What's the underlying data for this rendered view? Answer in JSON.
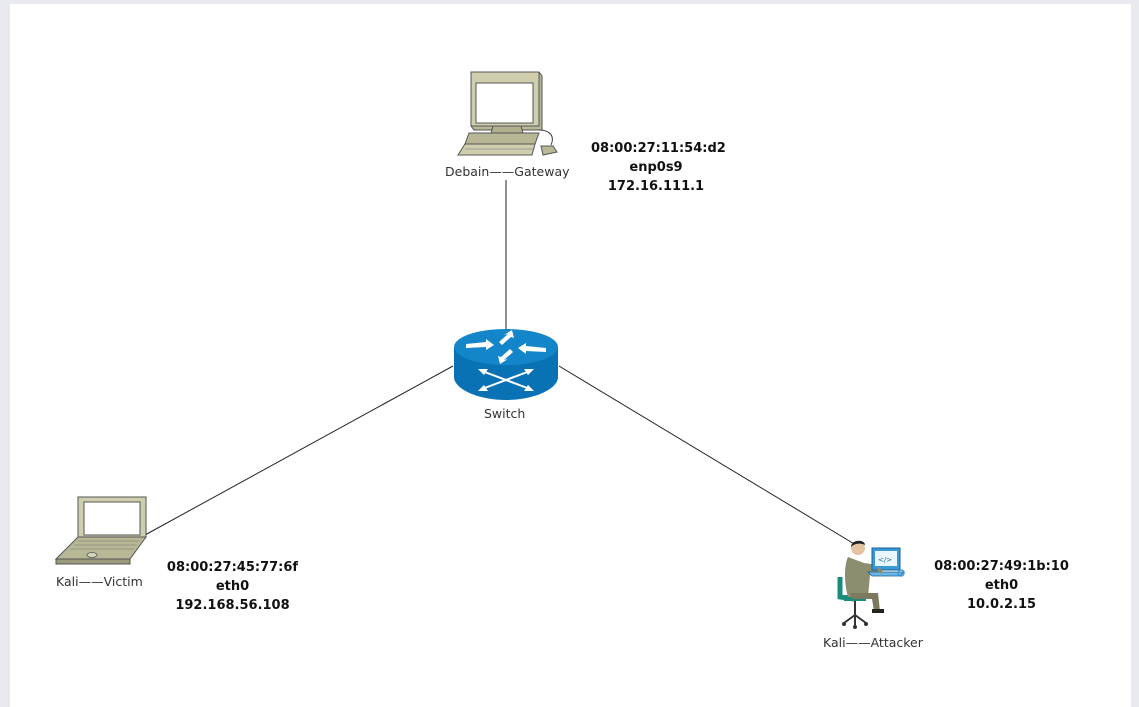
{
  "nodes": {
    "gateway": {
      "label": "Debain——Gateway",
      "mac": "08:00:27:11:54:d2",
      "iface": "enp0s9",
      "ip": "172.16.111.1"
    },
    "switch": {
      "label": "Switch"
    },
    "victim": {
      "label": "Kali——Victim",
      "mac": "08:00:27:45:77:6f",
      "iface": "eth0",
      "ip": "192.168.56.108"
    },
    "attacker": {
      "label": "Kali——Attacker",
      "mac": "08:00:27:49:1b:10",
      "iface": "eth0",
      "ip": "10.0.2.15"
    }
  },
  "icons": {
    "gateway": "desktop-computer-icon",
    "switch": "network-switch-icon",
    "victim": "laptop-icon",
    "attacker": "user-at-workstation-icon"
  },
  "colors": {
    "switch": "#0a78bf",
    "computer": "#c8c8a8",
    "line": "#222222"
  }
}
